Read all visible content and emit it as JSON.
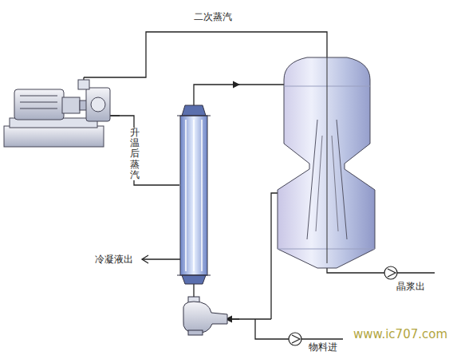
{
  "diagram": {
    "labels": [
      "二次蒸汽",
      "升温后蒸汽",
      "冷凝液出",
      "晶浆出",
      "物料进",
      "www.ic707.com"
    ]
  }
}
